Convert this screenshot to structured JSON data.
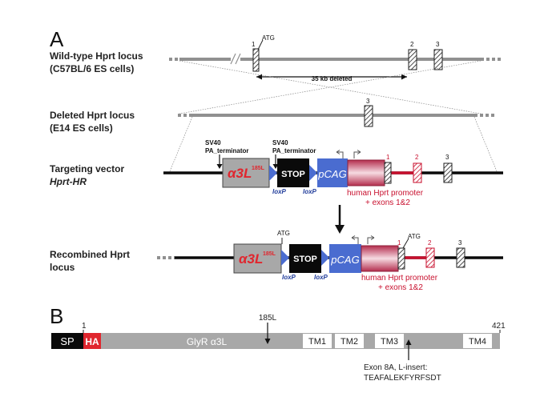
{
  "panels": {
    "a": "A",
    "b": "B"
  },
  "rows": {
    "wt": {
      "line1": "Wild-type Hprt locus",
      "line2": "(C57BL/6 ES cells)"
    },
    "del": {
      "line1": "Deleted Hprt locus",
      "line2": "(E14 ES cells)"
    },
    "tv": {
      "line1": "Targeting vector",
      "line2": "Hprt-HR"
    },
    "rec": {
      "line1": "Recombined Hprt",
      "line2": "locus"
    }
  },
  "labels": {
    "atg": "ATG",
    "deletion": "35 kb deleted",
    "sv40_1": "SV40",
    "pa_term": "PA_terminator",
    "alpha": "α3L",
    "alpha_sup": "185L",
    "stop": "STOP",
    "pcag": "pCAG",
    "loxp": "loxP",
    "promoter_l1": "human Hprt promoter",
    "promoter_l2": "+ exons 1&2"
  },
  "exons": {
    "e1": "1",
    "e2": "2",
    "e3": "3"
  },
  "colors": {
    "gray_line": "#909090",
    "block_gray": "#a8a8a8",
    "alpha_red": "#e0262e",
    "blue": "#4a6cd0",
    "loxp_blue": "#1f3b9a",
    "pink": "#c8405e",
    "red": "#c8102e",
    "black": "#0a0a0a"
  },
  "protein": {
    "sp": "SP",
    "ha": "HA",
    "main": "GlyR α3L",
    "tm1": "TM1",
    "tm2": "TM2",
    "tm3": "TM3",
    "tm4": "TM4",
    "pos_start": "1",
    "pos_mut": "185L",
    "pos_end": "421",
    "insert_l1": "Exon 8A, L-insert:",
    "insert_l2": "TEAFALEKFYRFSDT"
  }
}
